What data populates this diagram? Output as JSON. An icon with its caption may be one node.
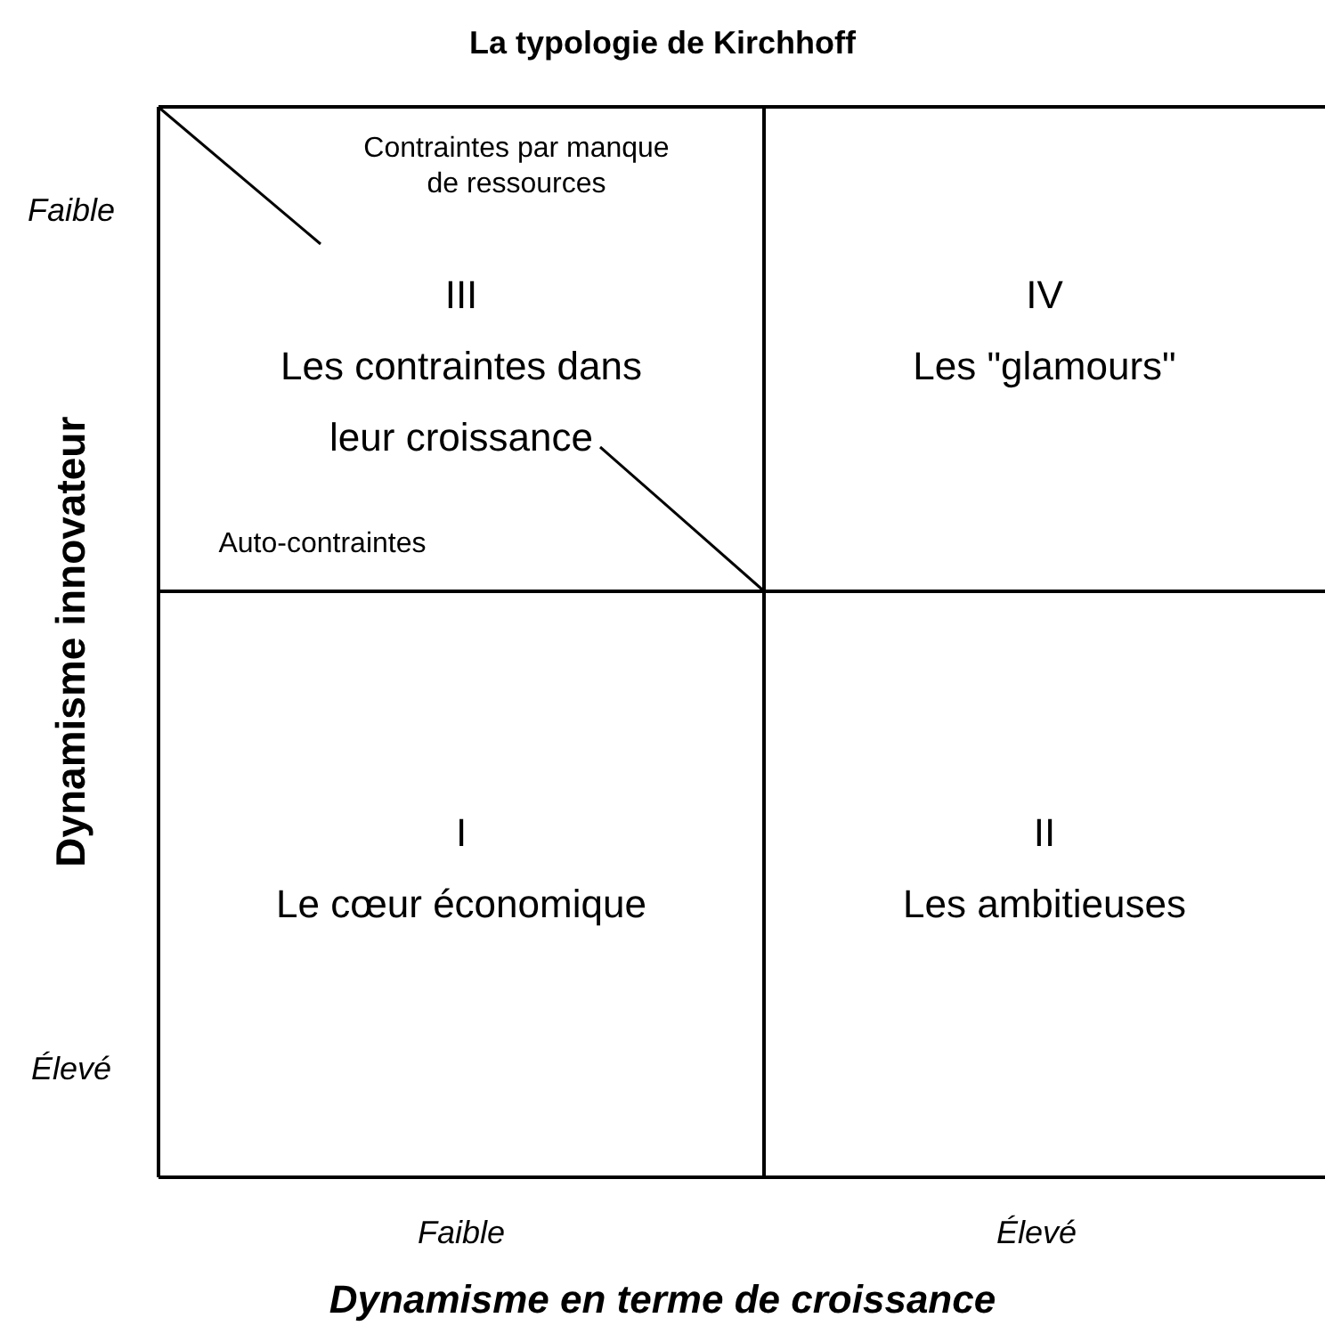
{
  "diagram": {
    "title": "La typologie de Kirchhoff",
    "nodes": [
      {
        "text": [
          "III",
          "Les contraintes dans leur croissance"
        ]
      },
      {
        "text": [
          "IV",
          "Les \"glamours\""
        ]
      },
      {
        "text": [
          "I",
          "Le cœur économique"
        ]
      },
      {
        "text": [
          "II",
          "Les ambitieuses"
        ]
      }
    ],
    "edges": [],
    "labels": [
      "Contraintes par manque de ressources",
      "Auto-contraintes",
      "Faible",
      "Élevé",
      "Faible",
      "Élevé",
      "Dynamisme innovateur",
      "Dynamisme en terme de croissance"
    ]
  }
}
